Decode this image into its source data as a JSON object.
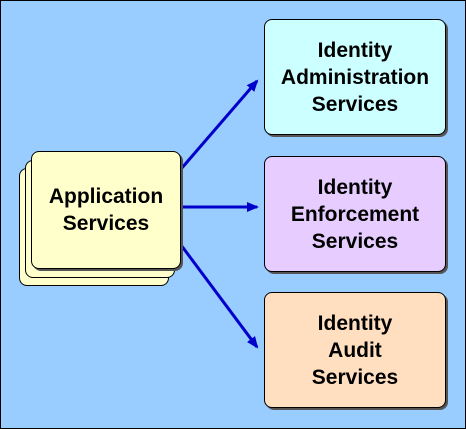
{
  "diagram": {
    "background_color": "#99ccff",
    "arrow_color": "#0000cc",
    "source": {
      "label": "Application\nServices",
      "fill": "#ffffcc",
      "shape": "stacked-pages"
    },
    "targets": [
      {
        "id": "admin",
        "label": "Identity\nAdministration\nServices",
        "fill": "#ccffff"
      },
      {
        "id": "enforcement",
        "label": "Identity\nEnforcement\nServices",
        "fill": "#e6ccff"
      },
      {
        "id": "audit",
        "label": "Identity\nAudit\nServices",
        "fill": "#ffdfbf"
      }
    ]
  }
}
